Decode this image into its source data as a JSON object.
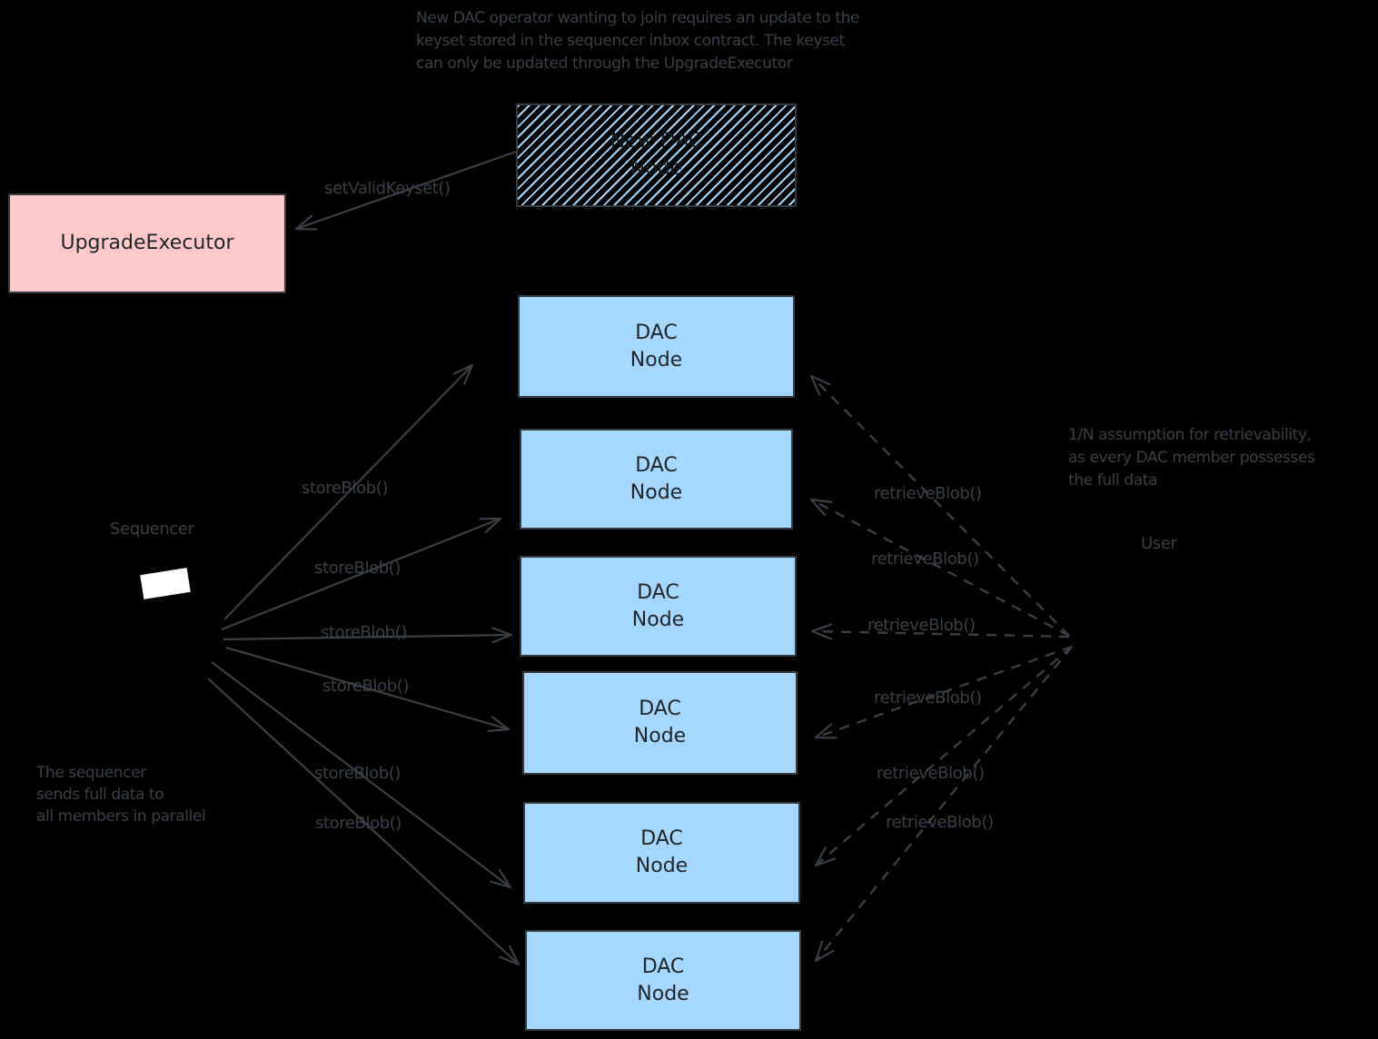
{
  "colors": {
    "background": "#000000",
    "stroke": "#3a4045",
    "border": "#343a40",
    "box_text": "#1f2428",
    "dac_fill": "#a5d8ff",
    "executor_fill": "#ffc9c9",
    "sequencer_fill": "#ffffff"
  },
  "notes": {
    "top": "New DAC operator wanting to join requires an update to the\nkeyset stored in the sequencer inbox contract. The keyset\ncan only be updated through the UpgradeExecutor",
    "sequencer": "The sequencer\nsends full data to\nall members in parallel",
    "user": "1/N assumption for retrievability,\nas every DAC member possesses\nthe full data"
  },
  "boxes": {
    "upgrade_executor": "UpgradeExecutor",
    "new_dac_node": "New DAC\nNode"
  },
  "labels": {
    "set_valid_keyset": "setValidKeyset()",
    "sequencer": "Sequencer",
    "user": "User"
  },
  "dac_nodes": [
    {
      "label": "DAC\nNode"
    },
    {
      "label": "DAC\nNode"
    },
    {
      "label": "DAC\nNode"
    },
    {
      "label": "DAC\nNode"
    },
    {
      "label": "DAC\nNode"
    },
    {
      "label": "DAC\nNode"
    }
  ],
  "store_blob_labels": [
    "storeBlob()",
    "storeBlob()",
    "storeBlob()",
    "storeBlob()",
    "storeBlob()",
    "storeBlob()"
  ],
  "retrieve_blob_labels": [
    "retrieveBlob()",
    "retrieveBlob()",
    "retrieveBlob()",
    "retrieveBlob()",
    "retrieveBlob()",
    "retrieveBlob()"
  ]
}
